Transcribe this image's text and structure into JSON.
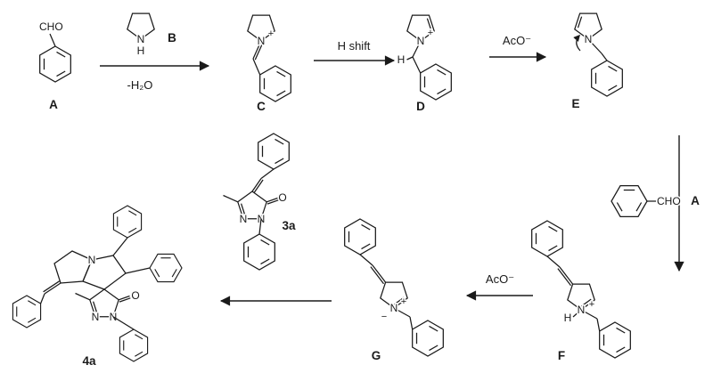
{
  "atoms": {
    "n": "N",
    "h": "H",
    "o": "O",
    "plus": "+",
    "minus": "−",
    "cho": "CHO"
  },
  "compounds": {
    "a": {
      "label": "A"
    },
    "b": {
      "label": "B"
    },
    "c": {
      "label": "C"
    },
    "d": {
      "label": "D"
    },
    "e": {
      "label": "E"
    },
    "f": {
      "label": "F"
    },
    "g": {
      "label": "G"
    },
    "p3a": {
      "label": "3a"
    },
    "p4a": {
      "label": "4a"
    },
    "a_repeat": {
      "label": "A"
    }
  },
  "arrows": {
    "condensation": {
      "below": "-H₂O"
    },
    "h_shift": {
      "above": "H shift"
    },
    "deprotonation1": {
      "above": "AcO⁻"
    },
    "deprotonation2": {
      "above": "AcO⁻"
    }
  }
}
